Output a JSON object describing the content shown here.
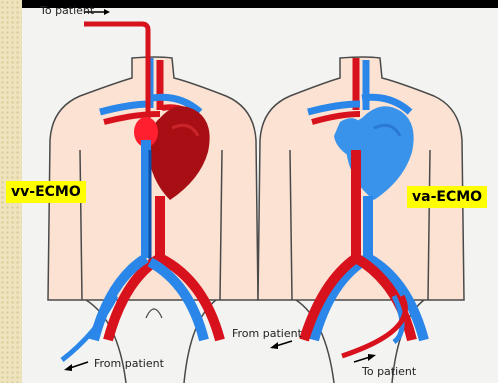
{
  "labels": {
    "vv_mode": "vv-ECMO",
    "va_mode": "va-ECMO",
    "vv_to_patient": "To patient",
    "vv_from_patient": "From patient",
    "va_from_patient": "From patient",
    "va_to_patient": "To patient"
  },
  "colors": {
    "skin": "#fbe2d3",
    "body_outline": "#4a4a4a",
    "artery_red": "#d8121d",
    "heart_dark_red": "#a80f14",
    "vein_blue": "#2a86e8",
    "heart_blue": "#3a93ea",
    "highlight": "#ffff00"
  }
}
